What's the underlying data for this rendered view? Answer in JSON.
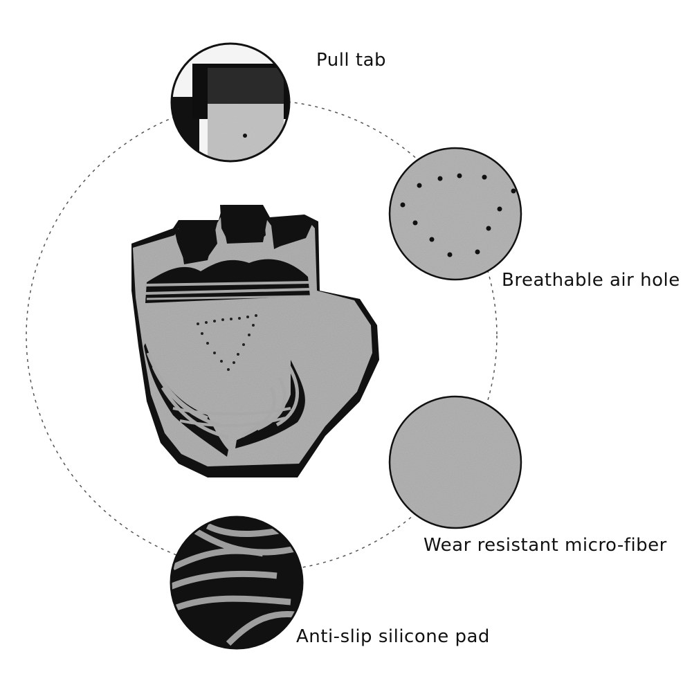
{
  "callouts": {
    "pull_tab": "Pull tab",
    "air_hole": "Breathable air hole",
    "micro_fiber": "Wear resistant micro-fiber",
    "silicone_pad": "Anti-slip silicone pad"
  },
  "colors": {
    "fabric_gray": "#9d9d9d",
    "fabric_light": "#b4b4b4",
    "silicone_black": "#111111",
    "dashed_guide": "#555555"
  }
}
